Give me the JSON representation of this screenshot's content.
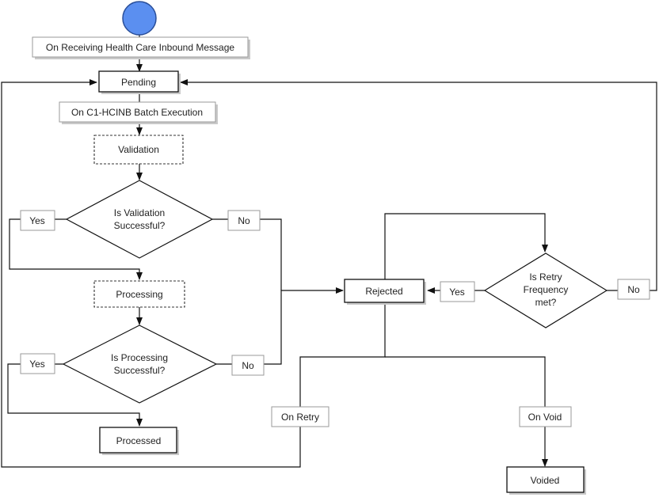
{
  "start_color": "#5b8ff0",
  "line_color": "#111111",
  "trigger_inbound": "On Receiving Health Care Inbound  Message",
  "trigger_batch": "On C1-HCINB Batch Execution",
  "state_pending": "Pending",
  "step_validation": "Validation",
  "decision_validation": [
    "Is Validation",
    "Successful?"
  ],
  "step_processing": "Processing",
  "decision_processing": [
    "Is Processing",
    "Successful?"
  ],
  "state_processed": "Processed",
  "state_rejected": "Rejected",
  "decision_retry": [
    "Is Retry",
    "Frequency",
    "met?"
  ],
  "state_voided": "Voided",
  "edge_yes": "Yes",
  "edge_no": "No",
  "edge_on_retry": "On Retry",
  "edge_on_void": "On Void"
}
